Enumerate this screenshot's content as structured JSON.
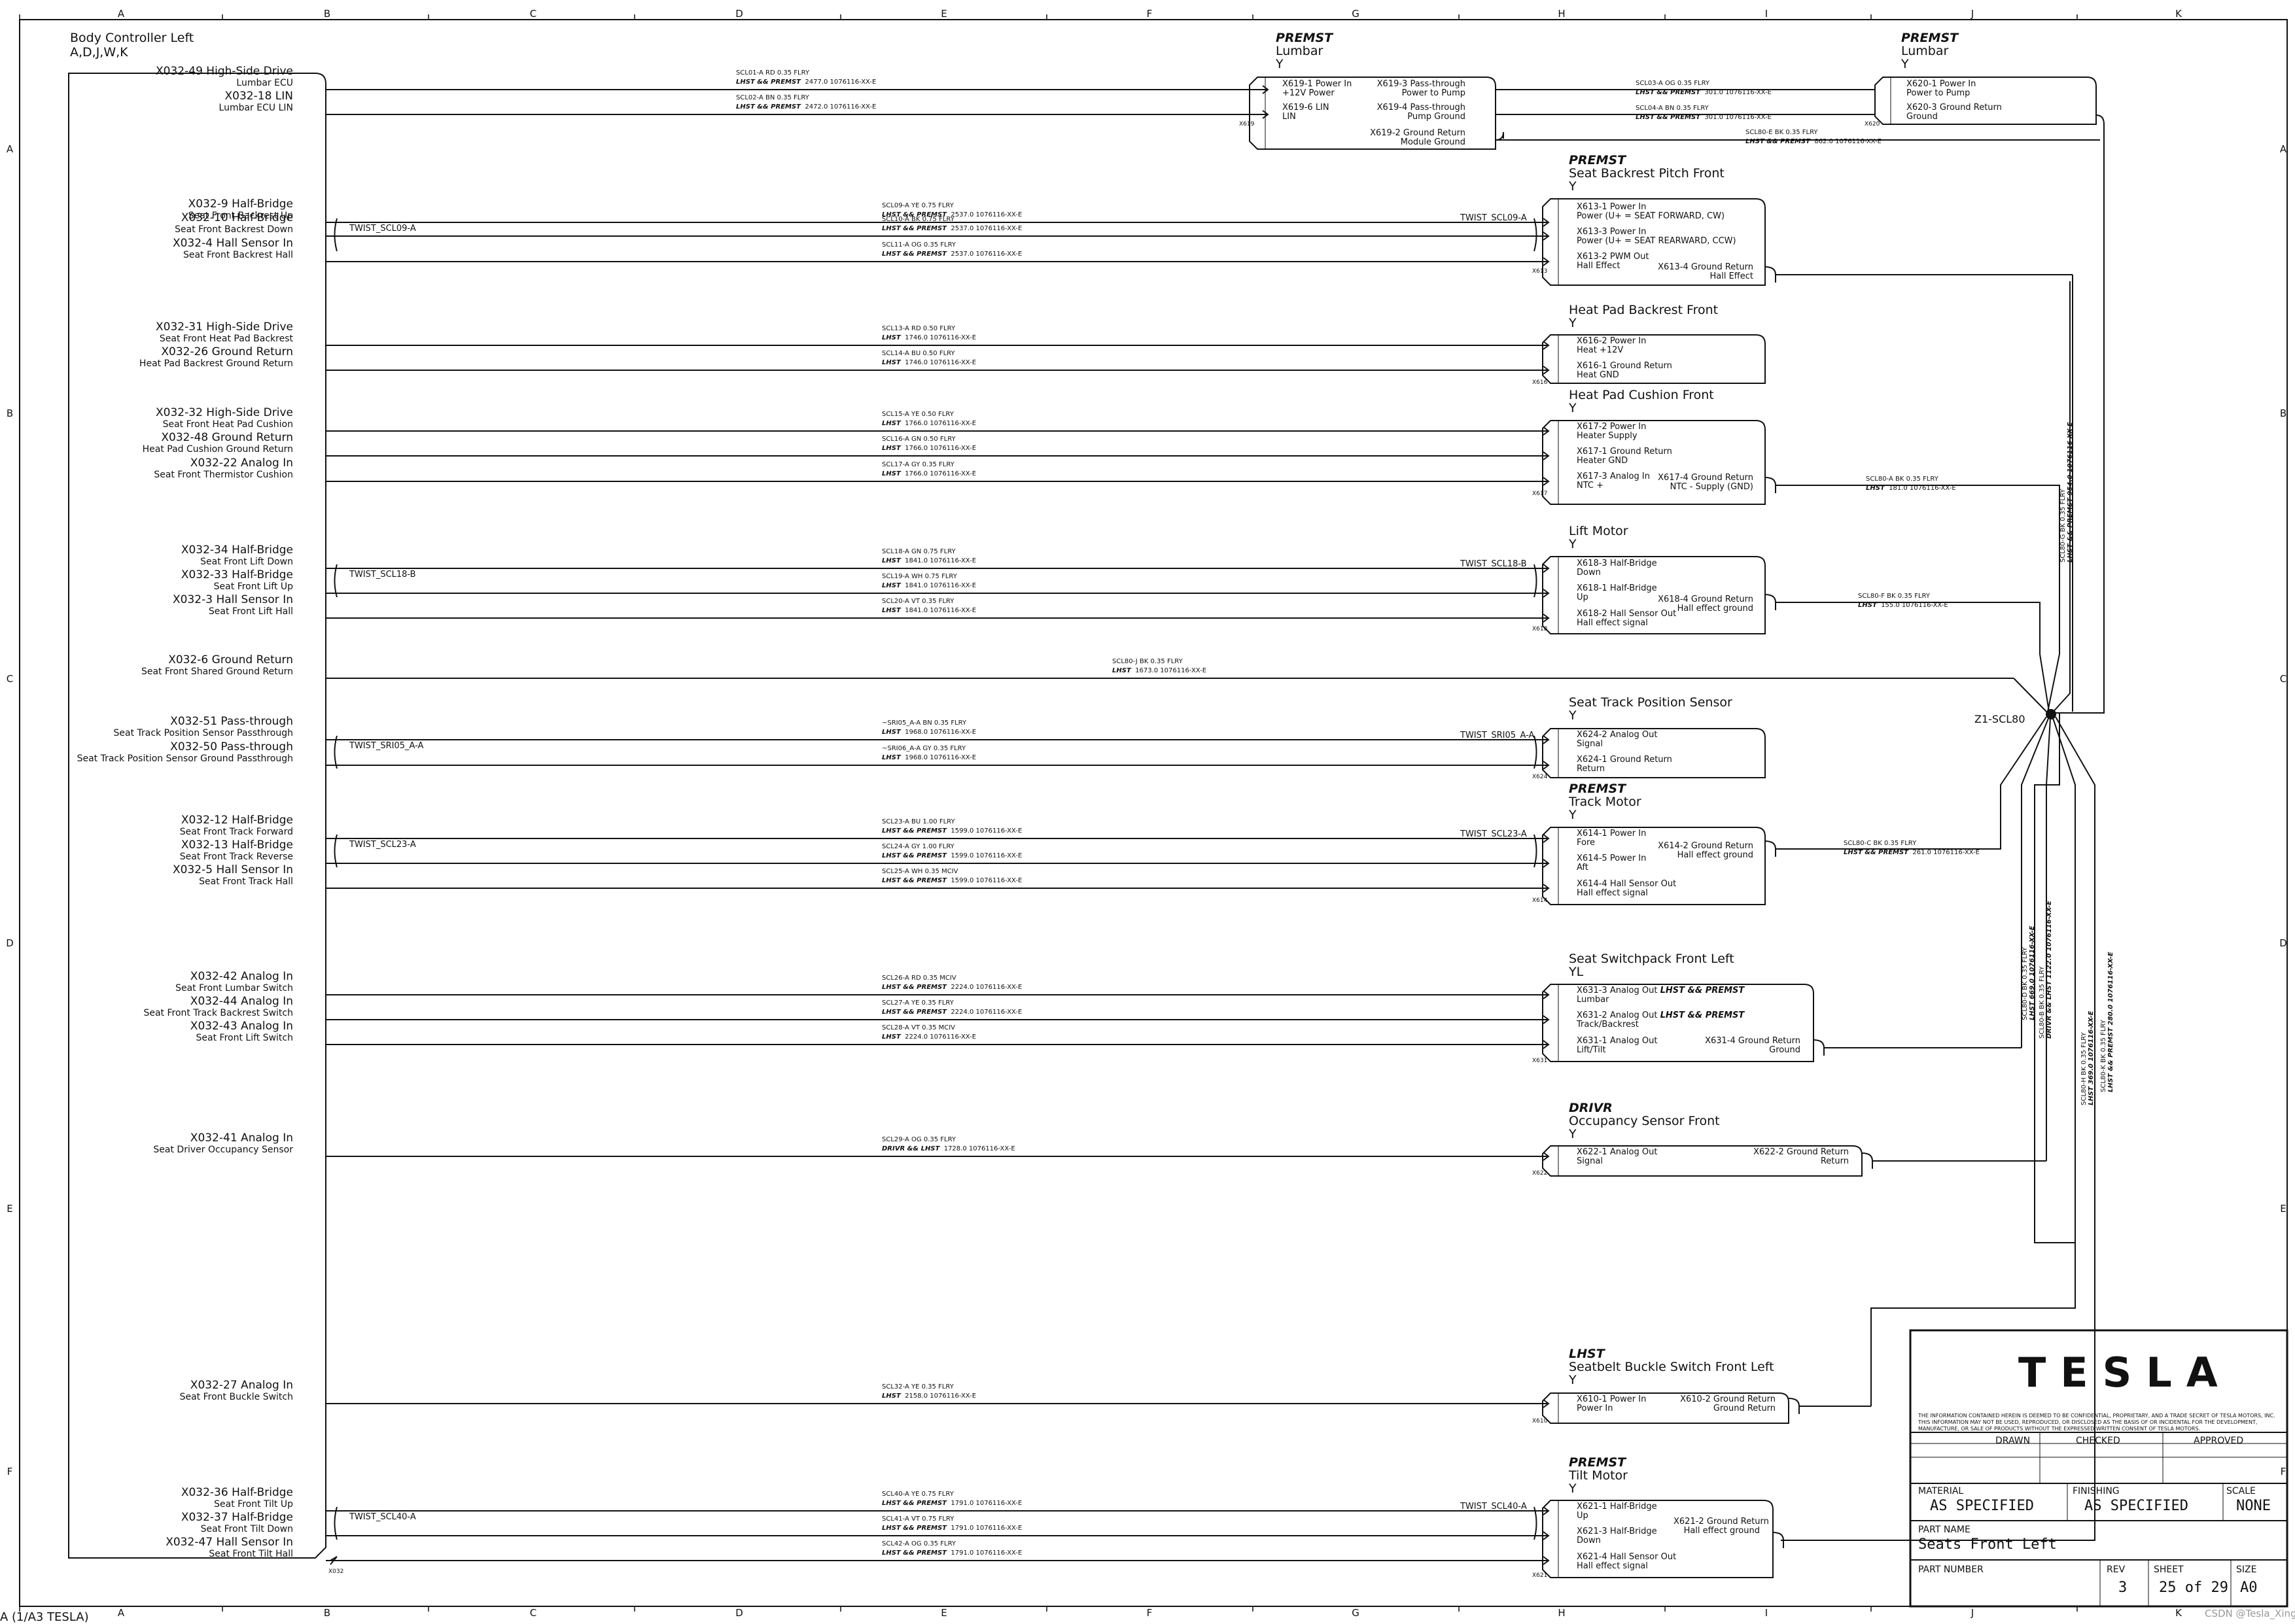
{
  "sheet": {
    "zones_x": [
      "A",
      "B",
      "C",
      "D",
      "E",
      "F",
      "G",
      "H",
      "I",
      "J",
      "K"
    ],
    "zones_y": [
      "A",
      "B",
      "C",
      "D",
      "E",
      "F"
    ],
    "footer_ref": "A (1/A3 TESLA)",
    "watermark": "CSDN @Tesla_Xing"
  },
  "controller": {
    "title": "Body Controller Left",
    "variants": "A,D,J,W,K"
  },
  "modules": [
    {
      "variant": "PREMST",
      "title": "Lumbar",
      "color": "Y"
    },
    {
      "variant": "PREMST",
      "title": "Lumbar",
      "color": "Y"
    },
    {
      "variant": "PREMST",
      "title": "Seat Backrest Pitch Front",
      "color": "Y"
    },
    {
      "variant": "",
      "title": "Heat Pad Backrest Front",
      "color": "Y"
    },
    {
      "variant": "",
      "title": "Heat Pad Cushion Front",
      "color": "Y"
    },
    {
      "variant": "",
      "title": "Lift Motor",
      "color": "Y"
    },
    {
      "variant": "",
      "title": "Seat Track Position Sensor",
      "color": "Y"
    },
    {
      "variant": "PREMST",
      "title": "Track Motor",
      "color": "Y"
    },
    {
      "variant": "",
      "title": "Seat Switchpack Front Left",
      "color": "YL"
    },
    {
      "variant": "DRIVR",
      "title": "Occupancy Sensor Front",
      "color": "Y"
    },
    {
      "variant": "LHST",
      "title": "Seatbelt Buckle Switch Front Left",
      "color": "Y"
    },
    {
      "variant": "PREMST",
      "title": "Tilt Motor",
      "color": "Y"
    }
  ],
  "controller_pins": [
    {
      "a": "X032-49 High-Side Drive",
      "b": "Lumbar ECU"
    },
    {
      "a": "X032-18 LIN",
      "b": "Lumbar ECU LIN"
    },
    {
      "a": "X032-9 Half-Bridge",
      "b": "Seat Front Backrest Up"
    },
    {
      "a": "X032-10 Half-Bridge",
      "b": "Seat Front Backrest Down"
    },
    {
      "a": "X032-4 Hall Sensor In",
      "b": "Seat Front Backrest Hall"
    },
    {
      "a": "X032-31 High-Side Drive",
      "b": "Seat Front Heat Pad Backrest"
    },
    {
      "a": "X032-26 Ground Return",
      "b": "Heat Pad Backrest Ground Return"
    },
    {
      "a": "X032-32 High-Side Drive",
      "b": "Seat Front Heat Pad Cushion"
    },
    {
      "a": "X032-48 Ground Return",
      "b": "Heat Pad Cushion Ground Return"
    },
    {
      "a": "X032-22 Analog In",
      "b": "Seat Front Thermistor Cushion"
    },
    {
      "a": "X032-34 Half-Bridge",
      "b": "Seat Front Lift Down"
    },
    {
      "a": "X032-33 Half-Bridge",
      "b": "Seat Front Lift Up"
    },
    {
      "a": "X032-3 Hall Sensor In",
      "b": "Seat Front Lift Hall"
    },
    {
      "a": "X032-6 Ground Return",
      "b": "Seat Front Shared Ground Return"
    },
    {
      "a": "X032-51 Pass-through",
      "b": "Seat Track Position Sensor Passthrough"
    },
    {
      "a": "X032-50 Pass-through",
      "b": "Seat Track Position Sensor Ground Passthrough"
    },
    {
      "a": "X032-12 Half-Bridge",
      "b": "Seat Front Track Forward"
    },
    {
      "a": "X032-13 Half-Bridge",
      "b": "Seat Front Track Reverse"
    },
    {
      "a": "X032-5 Hall Sensor In",
      "b": "Seat Front Track Hall"
    },
    {
      "a": "X032-42 Analog In",
      "b": "Seat Front Lumbar Switch"
    },
    {
      "a": "X032-44 Analog In",
      "b": "Seat Front Track Backrest Switch"
    },
    {
      "a": "X032-43 Analog In",
      "b": "Seat Front Lift Switch"
    },
    {
      "a": "X032-41 Analog In",
      "b": "Seat Driver Occupancy Sensor"
    },
    {
      "a": "X032-27 Analog In",
      "b": "Seat Front Buckle Switch"
    },
    {
      "a": "X032-36 Half-Bridge",
      "b": "Seat Front Tilt Up"
    },
    {
      "a": "X032-37 Half-Bridge",
      "b": "Seat Front Tilt Down"
    },
    {
      "a": "X032-47 Hall Sensor In",
      "b": "Seat Front Tilt Hall"
    }
  ],
  "wires": [
    {
      "a": "SCL01-A   RD   0.35   FLRY",
      "v": "LHST && PREMST",
      "r": "2477.0     1076116-XX-E"
    },
    {
      "a": "SCL02-A   BN   0.35   FLRY",
      "v": "LHST && PREMST",
      "r": "2472.0     1076116-XX-E"
    },
    {
      "a": "SCL09-A   YE   0.75   FLRY",
      "v": "LHST && PREMST",
      "r": "2537.0     1076116-XX-E"
    },
    {
      "a": "SCL10-A   BK   0.75   FLRY",
      "v": "LHST && PREMST",
      "r": "2537.0     1076116-XX-E"
    },
    {
      "a": "SCL11-A   OG   0.35   FLRY",
      "v": "LHST && PREMST",
      "r": "2537.0     1076116-XX-E"
    },
    {
      "a": "SCL13-A   RD   0.50   FLRY",
      "v": "LHST",
      "r": "1746.0     1076116-XX-E"
    },
    {
      "a": "SCL14-A   BU   0.50   FLRY",
      "v": "LHST",
      "r": "1746.0     1076116-XX-E"
    },
    {
      "a": "SCL15-A   YE   0.50   FLRY",
      "v": "LHST",
      "r": "1766.0     1076116-XX-E"
    },
    {
      "a": "SCL16-A   GN   0.50   FLRY",
      "v": "LHST",
      "r": "1766.0     1076116-XX-E"
    },
    {
      "a": "SCL17-A   GY   0.35   FLRY",
      "v": "LHST",
      "r": "1766.0     1076116-XX-E"
    },
    {
      "a": "SCL18-A   GN   0.75   FLRY",
      "v": "LHST",
      "r": "1841.0     1076116-XX-E"
    },
    {
      "a": "SCL19-A   WH   0.75   FLRY",
      "v": "LHST",
      "r": "1841.0     1076116-XX-E"
    },
    {
      "a": "SCL20-A   VT   0.35   FLRY",
      "v": "LHST",
      "r": "1841.0     1076116-XX-E"
    },
    {
      "a": "SCL80-J   BK   0.35   FLRY",
      "v": "LHST",
      "r": "1673.0     1076116-XX-E"
    },
    {
      "a": "~SRI05_A-A   BN   0.35   FLRY",
      "v": "LHST",
      "r": "1968.0     1076116-XX-E"
    },
    {
      "a": "~SRI06_A-A   GY   0.35   FLRY",
      "v": "LHST",
      "r": "1968.0     1076116-XX-E"
    },
    {
      "a": "SCL23-A   BU   1.00   FLRY",
      "v": "LHST && PREMST",
      "r": "1599.0     1076116-XX-E"
    },
    {
      "a": "SCL24-A   GY   1.00   FLRY",
      "v": "LHST && PREMST",
      "r": "1599.0     1076116-XX-E"
    },
    {
      "a": "SCL25-A   WH   0.35   MCIV",
      "v": "LHST && PREMST",
      "r": "1599.0     1076116-XX-E"
    },
    {
      "a": "SCL26-A   RD   0.35   MCIV",
      "v": "LHST && PREMST",
      "r": "2224.0     1076116-XX-E"
    },
    {
      "a": "SCL27-A   YE   0.35   FLRY",
      "v": "LHST && PREMST",
      "r": "2224.0     1076116-XX-E"
    },
    {
      "a": "SCL28-A   VT   0.35   MCIV",
      "v": "LHST",
      "r": "2224.0     1076116-XX-E"
    },
    {
      "a": "SCL29-A   OG   0.35   FLRY",
      "v": "DRIVR && LHST",
      "r": "1728.0     1076116-XX-E"
    },
    {
      "a": "SCL32-A   YE   0.35   FLRY",
      "v": "LHST",
      "r": "2158.0     1076116-XX-E"
    },
    {
      "a": "SCL40-A   YE   0.75   FLRY",
      "v": "LHST && PREMST",
      "r": "1791.0     1076116-XX-E"
    },
    {
      "a": "SCL41-A   VT   0.75   FLRY",
      "v": "LHST && PREMST",
      "r": "1791.0     1076116-XX-E"
    },
    {
      "a": "SCL42-A   OG   0.35   FLRY",
      "v": "LHST && PREMST",
      "r": "1791.0     1076116-XX-E"
    },
    {
      "a": "SCL03-A   OG   0.35   FLRY",
      "v": "LHST && PREMST",
      "r": "301.0     1076116-XX-E"
    },
    {
      "a": "SCL04-A   BN   0.35   FLRY",
      "v": "LHST && PREMST",
      "r": "301.0     1076116-XX-E"
    },
    {
      "a": "SCL80-E   BK   0.35   FLRY",
      "v": "LHST && PREMST",
      "r": "862.0     1076116-XX-E"
    },
    {
      "a": "SCL80-A   BK   0.35   FLRY",
      "v": "LHST",
      "r": "181.0     1076116-XX-E"
    },
    {
      "a": "SCL80-F   BK   0.35   FLRY",
      "v": "LHST",
      "r": "155.0     1076116-XX-E"
    },
    {
      "a": "SCL80-C   BK   0.35   FLRY",
      "v": "LHST && PREMST",
      "r": "261.0     1076116-XX-E"
    }
  ],
  "twists": [
    "TWIST_SCL09-A",
    "TWIST_SCL18-B",
    "TWIST_SRI05_A-A",
    "TWIST_SCL23-A",
    "TWIST_SCL40-A"
  ],
  "pins": [
    {
      "a": "X619-1 Power In",
      "b": "+12V Power"
    },
    {
      "a": "X619-6 LIN",
      "b": "LIN"
    },
    {
      "a": "X619-3 Pass-through",
      "b": "Power to Pump"
    },
    {
      "a": "X619-4 Pass-through",
      "b": "Pump Ground"
    },
    {
      "a": "X619-2 Ground Return",
      "b": "Module Ground"
    },
    {
      "a": "X620-1 Power In",
      "b": "Power to Pump"
    },
    {
      "a": "X620-3 Ground Return",
      "b": "Ground"
    },
    {
      "a": "X613-1 Power In",
      "b": "Power (U+ = SEAT FORWARD, CW)"
    },
    {
      "a": "X613-3 Power In",
      "b": "Power (U+ = SEAT REARWARD, CCW)"
    },
    {
      "a": "X613-2 PWM Out",
      "b": "Hall Effect"
    },
    {
      "a": "X613-4 Ground Return",
      "b": "Hall Effect"
    },
    {
      "a": "X616-2 Power In",
      "b": "Heat +12V"
    },
    {
      "a": "X616-1 Ground Return",
      "b": "Heat GND"
    },
    {
      "a": "X617-2 Power In",
      "b": "Heater Supply"
    },
    {
      "a": "X617-1 Ground Return",
      "b": "Heater GND"
    },
    {
      "a": "X617-3 Analog In",
      "b": "NTC +"
    },
    {
      "a": "X617-4 Ground Return",
      "b": "NTC - Supply (GND)"
    },
    {
      "a": "X618-3 Half-Bridge",
      "b": "Down"
    },
    {
      "a": "X618-1 Half-Bridge",
      "b": "Up"
    },
    {
      "a": "X618-2 Hall Sensor Out",
      "b": "Hall effect signal"
    },
    {
      "a": "X618-4 Ground Return",
      "b": "Hall effect ground"
    },
    {
      "a": "X624-2 Analog Out",
      "b": "Signal"
    },
    {
      "a": "X624-1 Ground Return",
      "b": "Return"
    },
    {
      "a": "X614-1 Power In",
      "b": "Fore"
    },
    {
      "a": "X614-5 Power In",
      "b": "Aft"
    },
    {
      "a": "X614-4 Hall Sensor Out",
      "b": "Hall effect signal"
    },
    {
      "a": "X614-2 Ground Return",
      "b": "Hall effect ground"
    },
    {
      "a": "X631-3 Analog Out",
      "b": "Lumbar",
      "v": "LHST && PREMST"
    },
    {
      "a": "X631-2 Analog Out",
      "b": "Track/Backrest",
      "v": "LHST && PREMST"
    },
    {
      "a": "X631-1 Analog Out",
      "b": "Lift/Tilt"
    },
    {
      "a": "X631-4 Ground Return",
      "b": "Ground"
    },
    {
      "a": "X622-1 Analog Out",
      "b": "Signal"
    },
    {
      "a": "X622-2 Ground Return",
      "b": "Return"
    },
    {
      "a": "X610-1 Power In",
      "b": "Power In"
    },
    {
      "a": "X610-2 Ground Return",
      "b": "Ground Return"
    },
    {
      "a": "X621-1 Half-Bridge",
      "b": "Up"
    },
    {
      "a": "X621-3 Half-Bridge",
      "b": "Down"
    },
    {
      "a": "X621-4 Hall Sensor Out",
      "b": "Hall effect signal"
    },
    {
      "a": "X621-2 Ground Return",
      "b": "Hall effect ground"
    }
  ],
  "connectors": [
    "X619",
    "X620",
    "X613",
    "X616",
    "X617",
    "X618",
    "X624",
    "X614",
    "X631",
    "X622",
    "X610",
    "X621",
    "X032"
  ],
  "splice": "Z1-SCL80",
  "vwires": [
    {
      "a": "SCL80-G   BK   0.35   FLRY",
      "b": "LHST && PREMST   954.0   1076116-XX-E"
    },
    {
      "a": "SCL80-D   BK   0.35   FLRY",
      "b": "LHST   669.0   1076116-XX-E"
    },
    {
      "a": "SCL80-B   BK   0.35   FLRY",
      "b": "DRIVR && LHST   1122.0   1076116-XX-E"
    },
    {
      "a": "SCL80-H   BK   0.35   FLRY",
      "b": "LHST   369.0   1076116-XX-E"
    },
    {
      "a": "SCL80-K   BK   0.35   FLRY",
      "b": "LHST && PREMST   280.0   1076116-XX-E"
    }
  ],
  "title_block": {
    "logo": "TESLA",
    "notice": "THE INFORMATION CONTAINED HEREIN IS DEEMED TO BE CONFIDENTIAL, PROPRIETARY, AND A TRADE SECRET OF TESLA MOTORS, INC. THIS INFORMATION MAY NOT BE USED, REPRODUCED, OR DISCLOSED AS THE BASIS OF OR INCIDENTAL FOR THE DEVELOPMENT, MANUFACTURE, OR SALE OF PRODUCTS WITHOUT THE EXPRESSED WRITTEN CONSENT OF TESLA MOTORS.",
    "drawn": "DRAWN",
    "checked": "CHECKED",
    "approved": "APPROVED",
    "material_label": "MATERIAL",
    "material": "AS SPECIFIED",
    "finishing_label": "FINISHING",
    "finishing": "AS SPECIFIED",
    "scale_label": "SCALE",
    "scale": "NONE",
    "part_name_label": "PART NAME",
    "part_name": "Seats Front Left",
    "part_number_label": "PART NUMBER",
    "rev_label": "REV",
    "rev": "3",
    "sheet_label": "SHEET",
    "sheet": "25 of 29",
    "size_label": "SIZE",
    "size": "A0"
  }
}
